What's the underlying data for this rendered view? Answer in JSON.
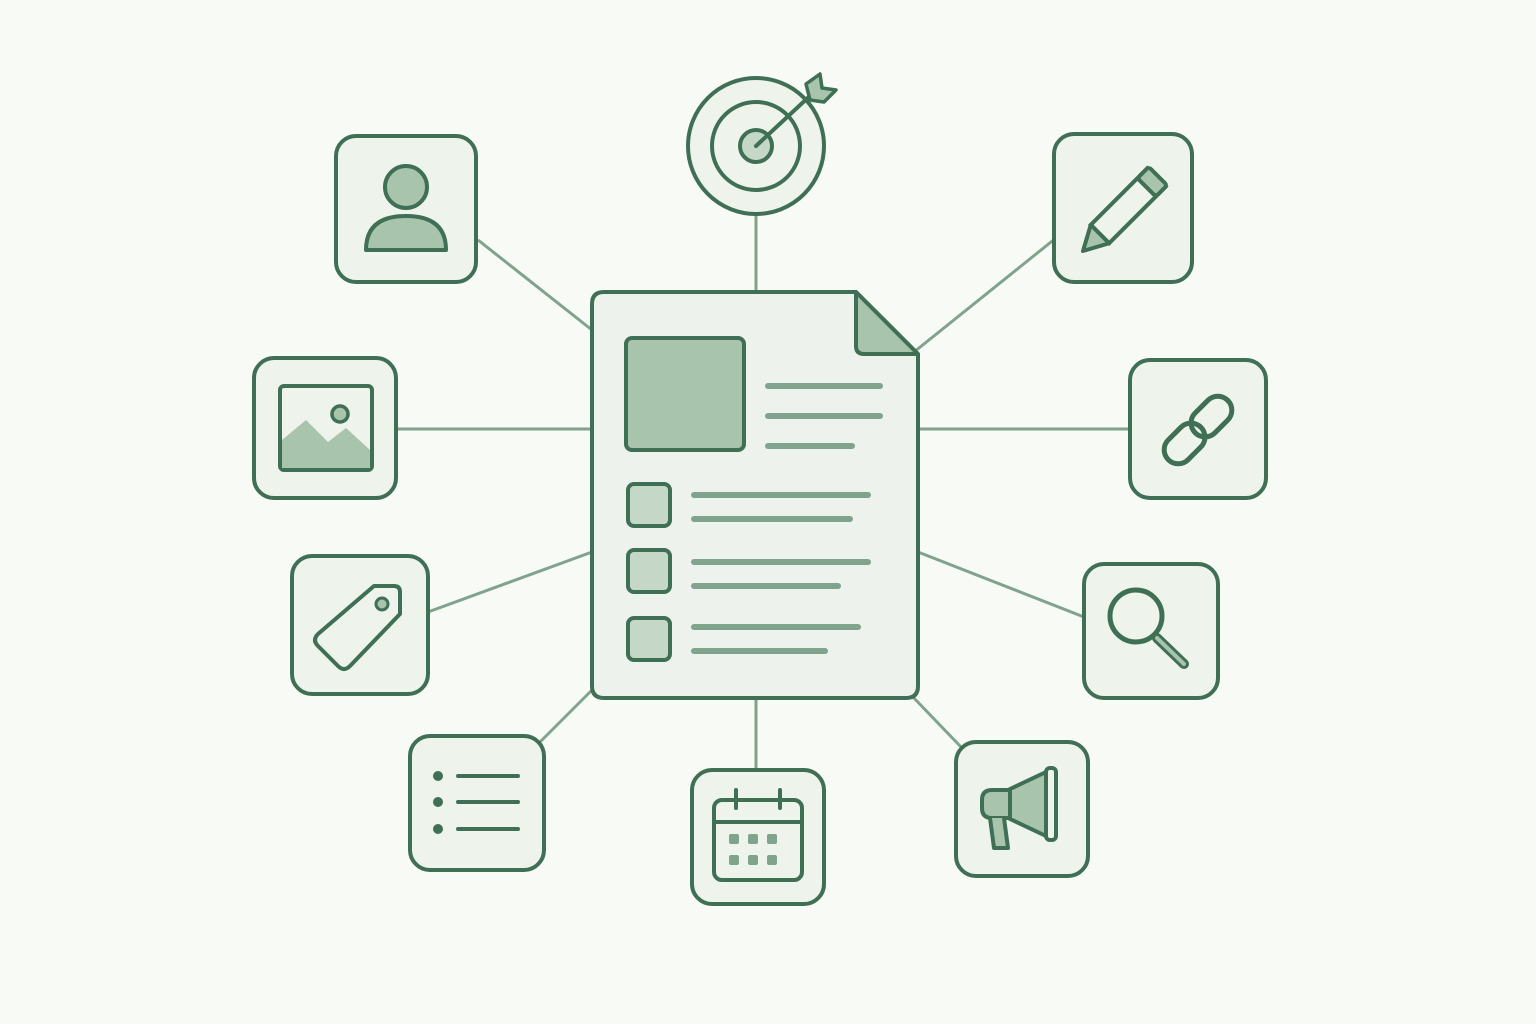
{
  "colors": {
    "background": "#f8faf5",
    "stroke": "#3f6f55",
    "connector": "#7fa38c",
    "card_fill": "#eef3ec",
    "document_fill": "#eef2ed",
    "accent_fill": "#a9c4ad",
    "light_fill": "#c5d8c8"
  },
  "center": {
    "icon": "document-icon",
    "checklist_rows": 3
  },
  "nodes": [
    {
      "icon": "target-icon",
      "shape": "circle"
    },
    {
      "icon": "user-icon",
      "shape": "rounded-square"
    },
    {
      "icon": "pencil-icon",
      "shape": "rounded-square"
    },
    {
      "icon": "image-icon",
      "shape": "rounded-square"
    },
    {
      "icon": "link-icon",
      "shape": "rounded-square"
    },
    {
      "icon": "tag-icon",
      "shape": "rounded-square"
    },
    {
      "icon": "search-icon",
      "shape": "rounded-square"
    },
    {
      "icon": "list-icon",
      "shape": "rounded-square"
    },
    {
      "icon": "calendar-icon",
      "shape": "rounded-square"
    },
    {
      "icon": "megaphone-icon",
      "shape": "rounded-square"
    }
  ]
}
